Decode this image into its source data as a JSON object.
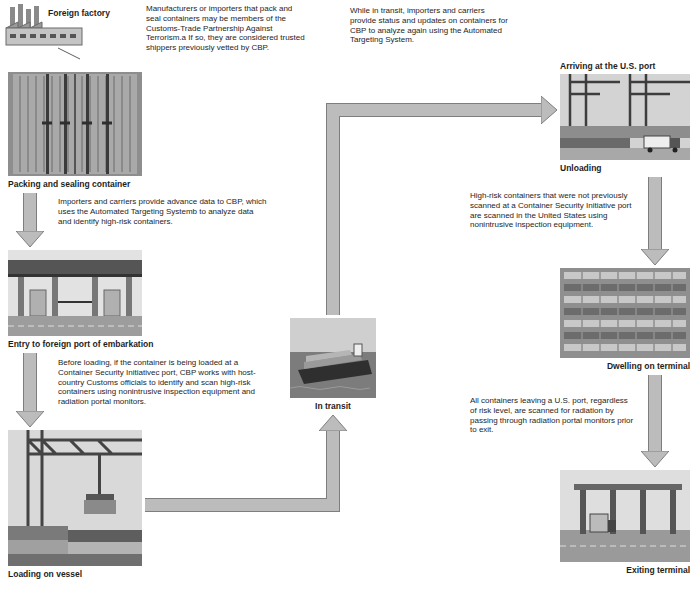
{
  "diagram": {
    "nodes": [
      {
        "text": [
          "Packing and sealing container"
        ]
      },
      {
        "text": [
          "Entry to foreign port of embarkation"
        ]
      },
      {
        "text": [
          "Loading on vessel"
        ]
      },
      {
        "text": [
          "In transit"
        ]
      },
      {
        "text": [
          "Arriving at the U.S. port",
          "Unloading"
        ]
      },
      {
        "text": [
          "Dwelling on terminal"
        ]
      },
      {
        "text": [
          "Exiting terminal"
        ]
      }
    ],
    "edges": [
      {
        "from": 0,
        "to": 1,
        "arrow": "to"
      },
      {
        "from": 1,
        "to": 2,
        "arrow": "to"
      },
      {
        "from": 2,
        "to": 3,
        "arrow": "to"
      },
      {
        "from": 3,
        "to": 4,
        "arrow": "to"
      },
      {
        "from": 4,
        "to": 5,
        "arrow": "to"
      },
      {
        "from": 5,
        "to": 6,
        "arrow": "to"
      }
    ],
    "labels": [
      "Foreign factory",
      "Manufacturers or importers that pack and seal containers may be members of the Customs-Trade Partnership Against Terrorism.a If so, they are considered trusted shippers previously vetted by CBP.",
      "Importers and carriers provide advance data to CBP, which uses the Automated Targeting Systemb to analyze data and identify high-risk containers.",
      "Before loading, if the container is being loaded at a Container Security Initiativec port, CBP works with host-country Customs officials to identify and scan high-risk containers using nonintrusive inspection equipment and radiation portal monitors.",
      "While in transit, importers and carriers provide status and updates on containers for CBP to analyze again using the Automated Targeting System.",
      "High-risk containers that were not previously scanned at a Container Security Initiative port are scanned in the United States using nonintrusive inspection equipment.",
      "All containers leaving a U.S. port, regardless of risk level, are scanned for radiation by passing through radiation portal monitors prior to exit."
    ]
  }
}
